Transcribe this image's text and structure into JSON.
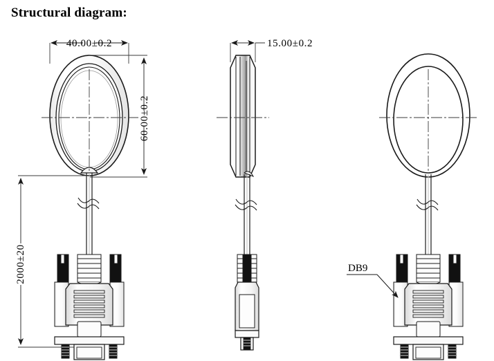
{
  "page": {
    "title": "Structural diagram:",
    "background_color": "#ffffff",
    "line_color": "#1a1a1a",
    "fill_dark": "#111111",
    "fill_light": "#f2f2f2"
  },
  "dimensions": {
    "width_label": "40.00±0.2",
    "height_label": "60.00±0.2",
    "thickness_label": "15.00±0.2",
    "cable_length_label": "2000±20"
  },
  "annotations": {
    "connector_label": "DB9"
  },
  "views": [
    {
      "name": "front-view",
      "caption": "",
      "component": "oval-speaker-front"
    },
    {
      "name": "side-view",
      "caption": "",
      "component": "oval-speaker-side"
    },
    {
      "name": "back-view",
      "caption": "",
      "component": "oval-speaker-back"
    }
  ],
  "icons": {
    "cable_break": "cable-break-symbol",
    "center_mark": "centerline-mark",
    "dim_arrow": "dimension-arrow"
  }
}
